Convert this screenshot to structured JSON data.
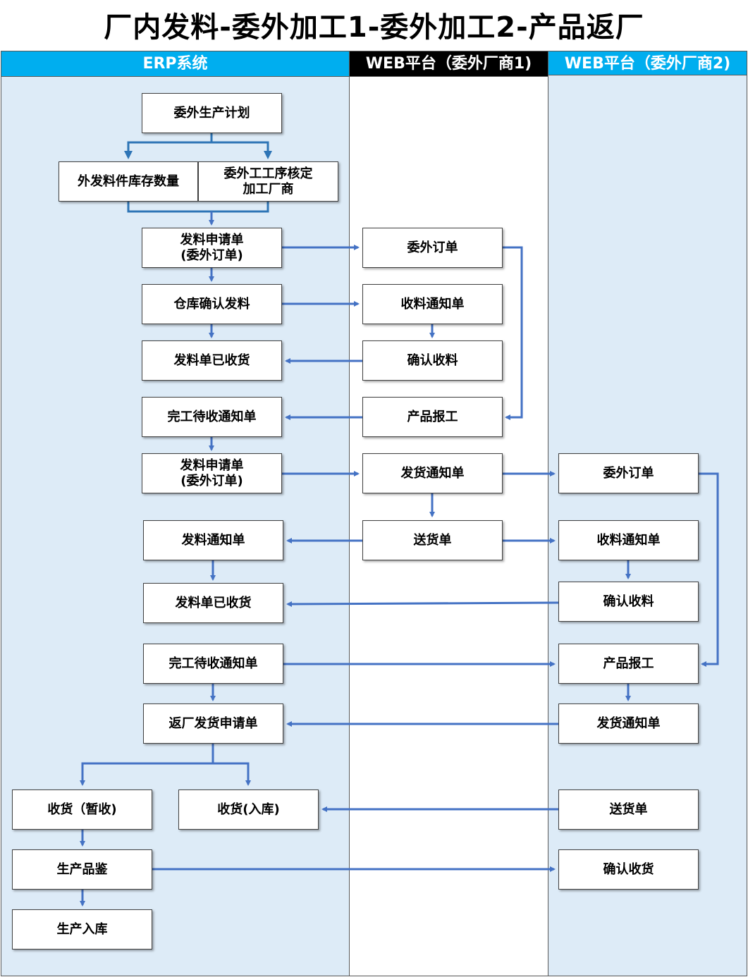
{
  "title": "厂内发料-委外加工1-委外加工2-产品返厂",
  "lanes": {
    "erp": "ERP系统",
    "web1": "WEB平台（委外厂商1)",
    "web2": "WEB平台（委外厂商2)"
  },
  "colors": {
    "lane_header": "#00aeef",
    "lane_header_dark": "#000000",
    "lane_fill": "#ddebf7",
    "arrow": "#4472c4"
  },
  "nodes": {
    "erp_plan": "委外生产计划",
    "erp_stock_qty": "外发料件库存数量",
    "erp_process_vendor": "委外工工序核定\n加工厂商",
    "erp_issue_req_1": "发料申请单\n(委外订单)",
    "erp_wh_confirm": "仓库确认发料",
    "erp_issued_received_1": "发料单已收货",
    "erp_completion_notice_1": "完工待收通知单",
    "erp_issue_req_2": "发料申请单\n(委外订单)",
    "erp_issue_notice": "发料通知单",
    "erp_issued_received_2": "发料单已收货",
    "erp_completion_notice_2": "完工待收通知单",
    "erp_return_req": "返厂发货申请单",
    "erp_receive_temp": "收货（暂收)",
    "erp_receive_stock": "收货(入库)",
    "erp_inspection": "生产品鉴",
    "erp_production_stock": "生产入库",
    "web1_order": "委外订单",
    "web1_receipt_notice": "收料通知单",
    "web1_confirm_receipt": "确认收料",
    "web1_report": "产品报工",
    "web1_ship_notice": "发货通知单",
    "web1_delivery": "送货单",
    "web2_order": "委外订单",
    "web2_receipt_notice": "收料通知单",
    "web2_confirm_receipt": "确认收料",
    "web2_report": "产品报工",
    "web2_ship_notice": "发货通知单",
    "web2_delivery": "送货单",
    "web2_confirm_goods": "确认收货"
  }
}
